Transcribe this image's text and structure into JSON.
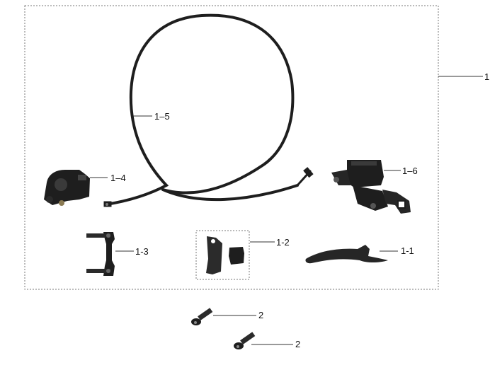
{
  "callouts": {
    "assembly": "1",
    "hose": "1–5",
    "caliper": "1–4",
    "master_cylinder": "1–6",
    "bracket": "1-3",
    "pads": "1-2",
    "lever": "1-1",
    "bolt_a": "2",
    "bolt_b": "2"
  },
  "icons": [
    "brake-hose-icon",
    "brake-caliper-icon",
    "master-cylinder-icon",
    "caliper-bracket-icon",
    "brake-pads-icon",
    "brake-lever-icon",
    "bolt-icon"
  ],
  "colors": {
    "part": "#1e1e1e",
    "leader": "#333333",
    "dashed_frame": "#777777"
  }
}
